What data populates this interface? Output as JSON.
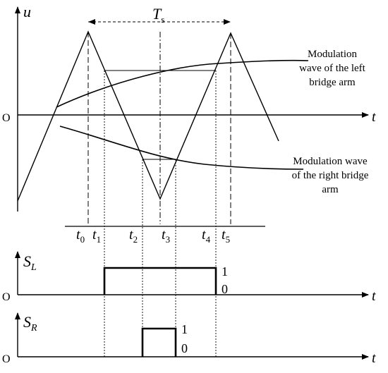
{
  "labels": {
    "u": "u",
    "t": "t",
    "origin": "O",
    "ts": "T",
    "ts_sub": "s",
    "t0": "t",
    "t0_sub": "0",
    "t1": "t",
    "t1_sub": "1",
    "t2": "t",
    "t2_sub": "2",
    "t3": "t",
    "t3_sub": "3",
    "t4": "t",
    "t4_sub": "4",
    "t5": "t",
    "t5_sub": "5",
    "sl": "S",
    "sl_sub": "L",
    "sr": "S",
    "sr_sub": "R",
    "one": "1",
    "zero": "0"
  },
  "annotations": {
    "left_line1": "Modulation",
    "left_line2": "wave of the left",
    "left_line3": "bridge arm",
    "right_line1": "Modulation wave",
    "right_line2": "of the right bridge",
    "right_line3": "arm"
  },
  "colors": {
    "stroke": "#000000",
    "background": "#ffffff"
  }
}
